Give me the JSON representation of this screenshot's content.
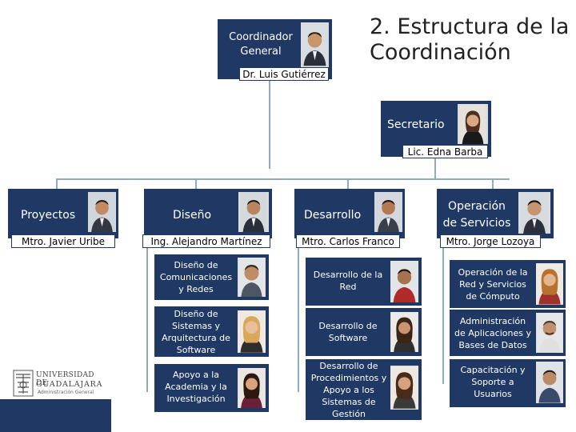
{
  "title": {
    "line1": "2. Estructura de la",
    "line2": "Coordinación"
  },
  "coordinador": {
    "role_line1": "Coordinador",
    "role_line2": "General",
    "name": "Dr. Luis Gutiérrez"
  },
  "secretario": {
    "role": "Secretario",
    "name": "Lic. Edna Barba"
  },
  "areas": [
    {
      "role": "Proyectos",
      "name": "Mtro. Javier Uribe"
    },
    {
      "role": "Diseño",
      "name": "Ing. Alejandro Martínez"
    },
    {
      "role": "Desarrollo",
      "name": "Mtro. Carlos Franco"
    },
    {
      "role_line1": "Operación",
      "role_line2": "de Servicios",
      "name": "Mtro. Jorge Lozoya"
    }
  ],
  "diseno_units": [
    {
      "l1": "Diseño de",
      "l2": "Comunicaciones",
      "l3": "y Redes"
    },
    {
      "l1": "Diseño de",
      "l2": "Sistemas y",
      "l3": "Arquitectura de",
      "l4": "Software"
    },
    {
      "l1": "Apoyo a la",
      "l2": "Academia y la",
      "l3": "Investigación"
    }
  ],
  "desarrollo_units": [
    {
      "l1": "Desarrollo de la",
      "l2": "Red"
    },
    {
      "l1": "Desarrollo de",
      "l2": "Software"
    },
    {
      "l1": "Desarrollo de",
      "l2": "Procedimientos y",
      "l3": "Apoyo a los",
      "l4": "Sistemas de",
      "l5": "Gestión"
    }
  ],
  "operacion_units": [
    {
      "l1": "Operación de la",
      "l2": "Red y Servicios",
      "l3": "de Cómputo"
    },
    {
      "l1": "Administración",
      "l2": "de Aplicaciones y",
      "l3": "Bases de Datos"
    },
    {
      "l1": "Capacitación y",
      "l2": "Soporte a",
      "l3": "Usuarios"
    }
  ],
  "logo": {
    "line1": "UNIVERSIDAD DE",
    "line2": "GUADALAJARA",
    "line3": "Administración General"
  },
  "colors": {
    "box": "#1f3864",
    "connector": "#8ea9c9",
    "footer": "#1f3864"
  },
  "icons": {
    "person_photo": "person-photo-icon",
    "seal": "university-seal-icon"
  }
}
